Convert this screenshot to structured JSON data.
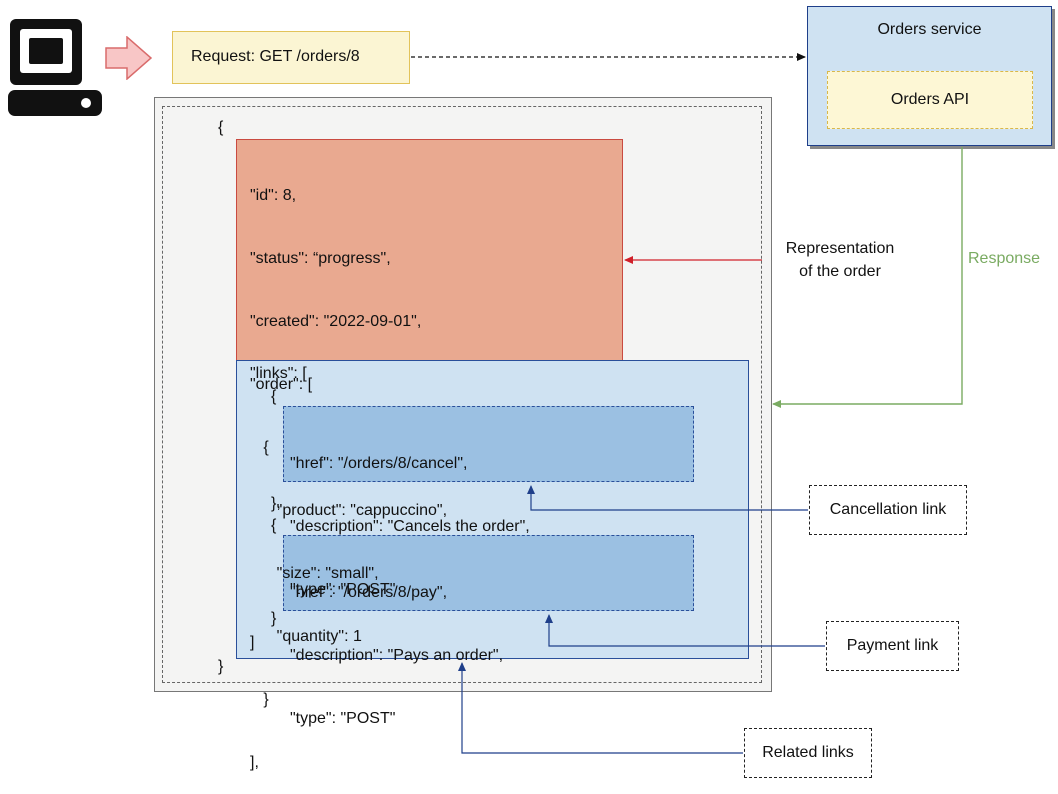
{
  "request": {
    "label": "Request: GET /orders/8"
  },
  "service": {
    "title": "Orders service",
    "api": "Orders API"
  },
  "response_label": "Response",
  "representation_label": [
    "Representation",
    "of the order"
  ],
  "json": {
    "open": "{",
    "order_lines": [
      "\"id\": 8,",
      "\"status\": “progress\",",
      "\"created\": \"2022-09-01\",",
      "\"order\": [",
      "   {",
      "      \"product\": \"cappuccino\",",
      "      \"size\": \"small\",",
      "      \"quantity\": 1",
      "   }",
      "],"
    ],
    "links_open": "\"links\": [",
    "brace1_open": "{",
    "link1": [
      "\"href\": \"/orders/8/cancel\",",
      "\"description\": \"Cancels the order\",",
      "\"type\": \"POST\""
    ],
    "brace1_close": "},",
    "brace2_open": "{",
    "link2": [
      "\"href\": \"/orders/8/pay\",",
      "\"description\": \"Pays an order\",",
      "\"type\": \"POST\""
    ],
    "brace2_close": "}",
    "links_close": "]",
    "close": "}"
  },
  "callouts": {
    "cancellation": "Cancellation link",
    "payment": "Payment link",
    "related": "Related links"
  },
  "colors": {
    "arrow_dark": "#1f3f8a",
    "arrow_red": "#d0202a",
    "arrow_green": "#7aab62",
    "client_pointer": "#f7c1c1"
  },
  "icons": {
    "client": "computer-icon",
    "pointer": "arrow-right-icon"
  }
}
